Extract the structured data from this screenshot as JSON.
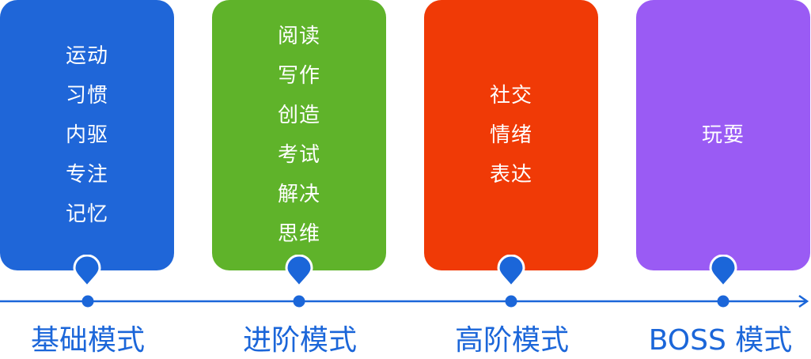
{
  "colors": {
    "axis": "#1b66d9",
    "label": "#1b66d9",
    "card_text": "#ffffff"
  },
  "stages": [
    {
      "color": "#1f66d8",
      "items": [
        "运动",
        "习惯",
        "内驱",
        "专注",
        "记忆"
      ],
      "label": "基础模式"
    },
    {
      "color": "#5fb32a",
      "items": [
        "阅读",
        "写作",
        "创造",
        "考试",
        "解决",
        "思维"
      ],
      "label": "进阶模式"
    },
    {
      "color": "#f03a06",
      "items": [
        "社交",
        "情绪",
        "表达"
      ],
      "label": "高阶模式"
    },
    {
      "color": "#9a5bf4",
      "items": [
        "玩耍"
      ],
      "label": "BOSS 模式"
    }
  ]
}
